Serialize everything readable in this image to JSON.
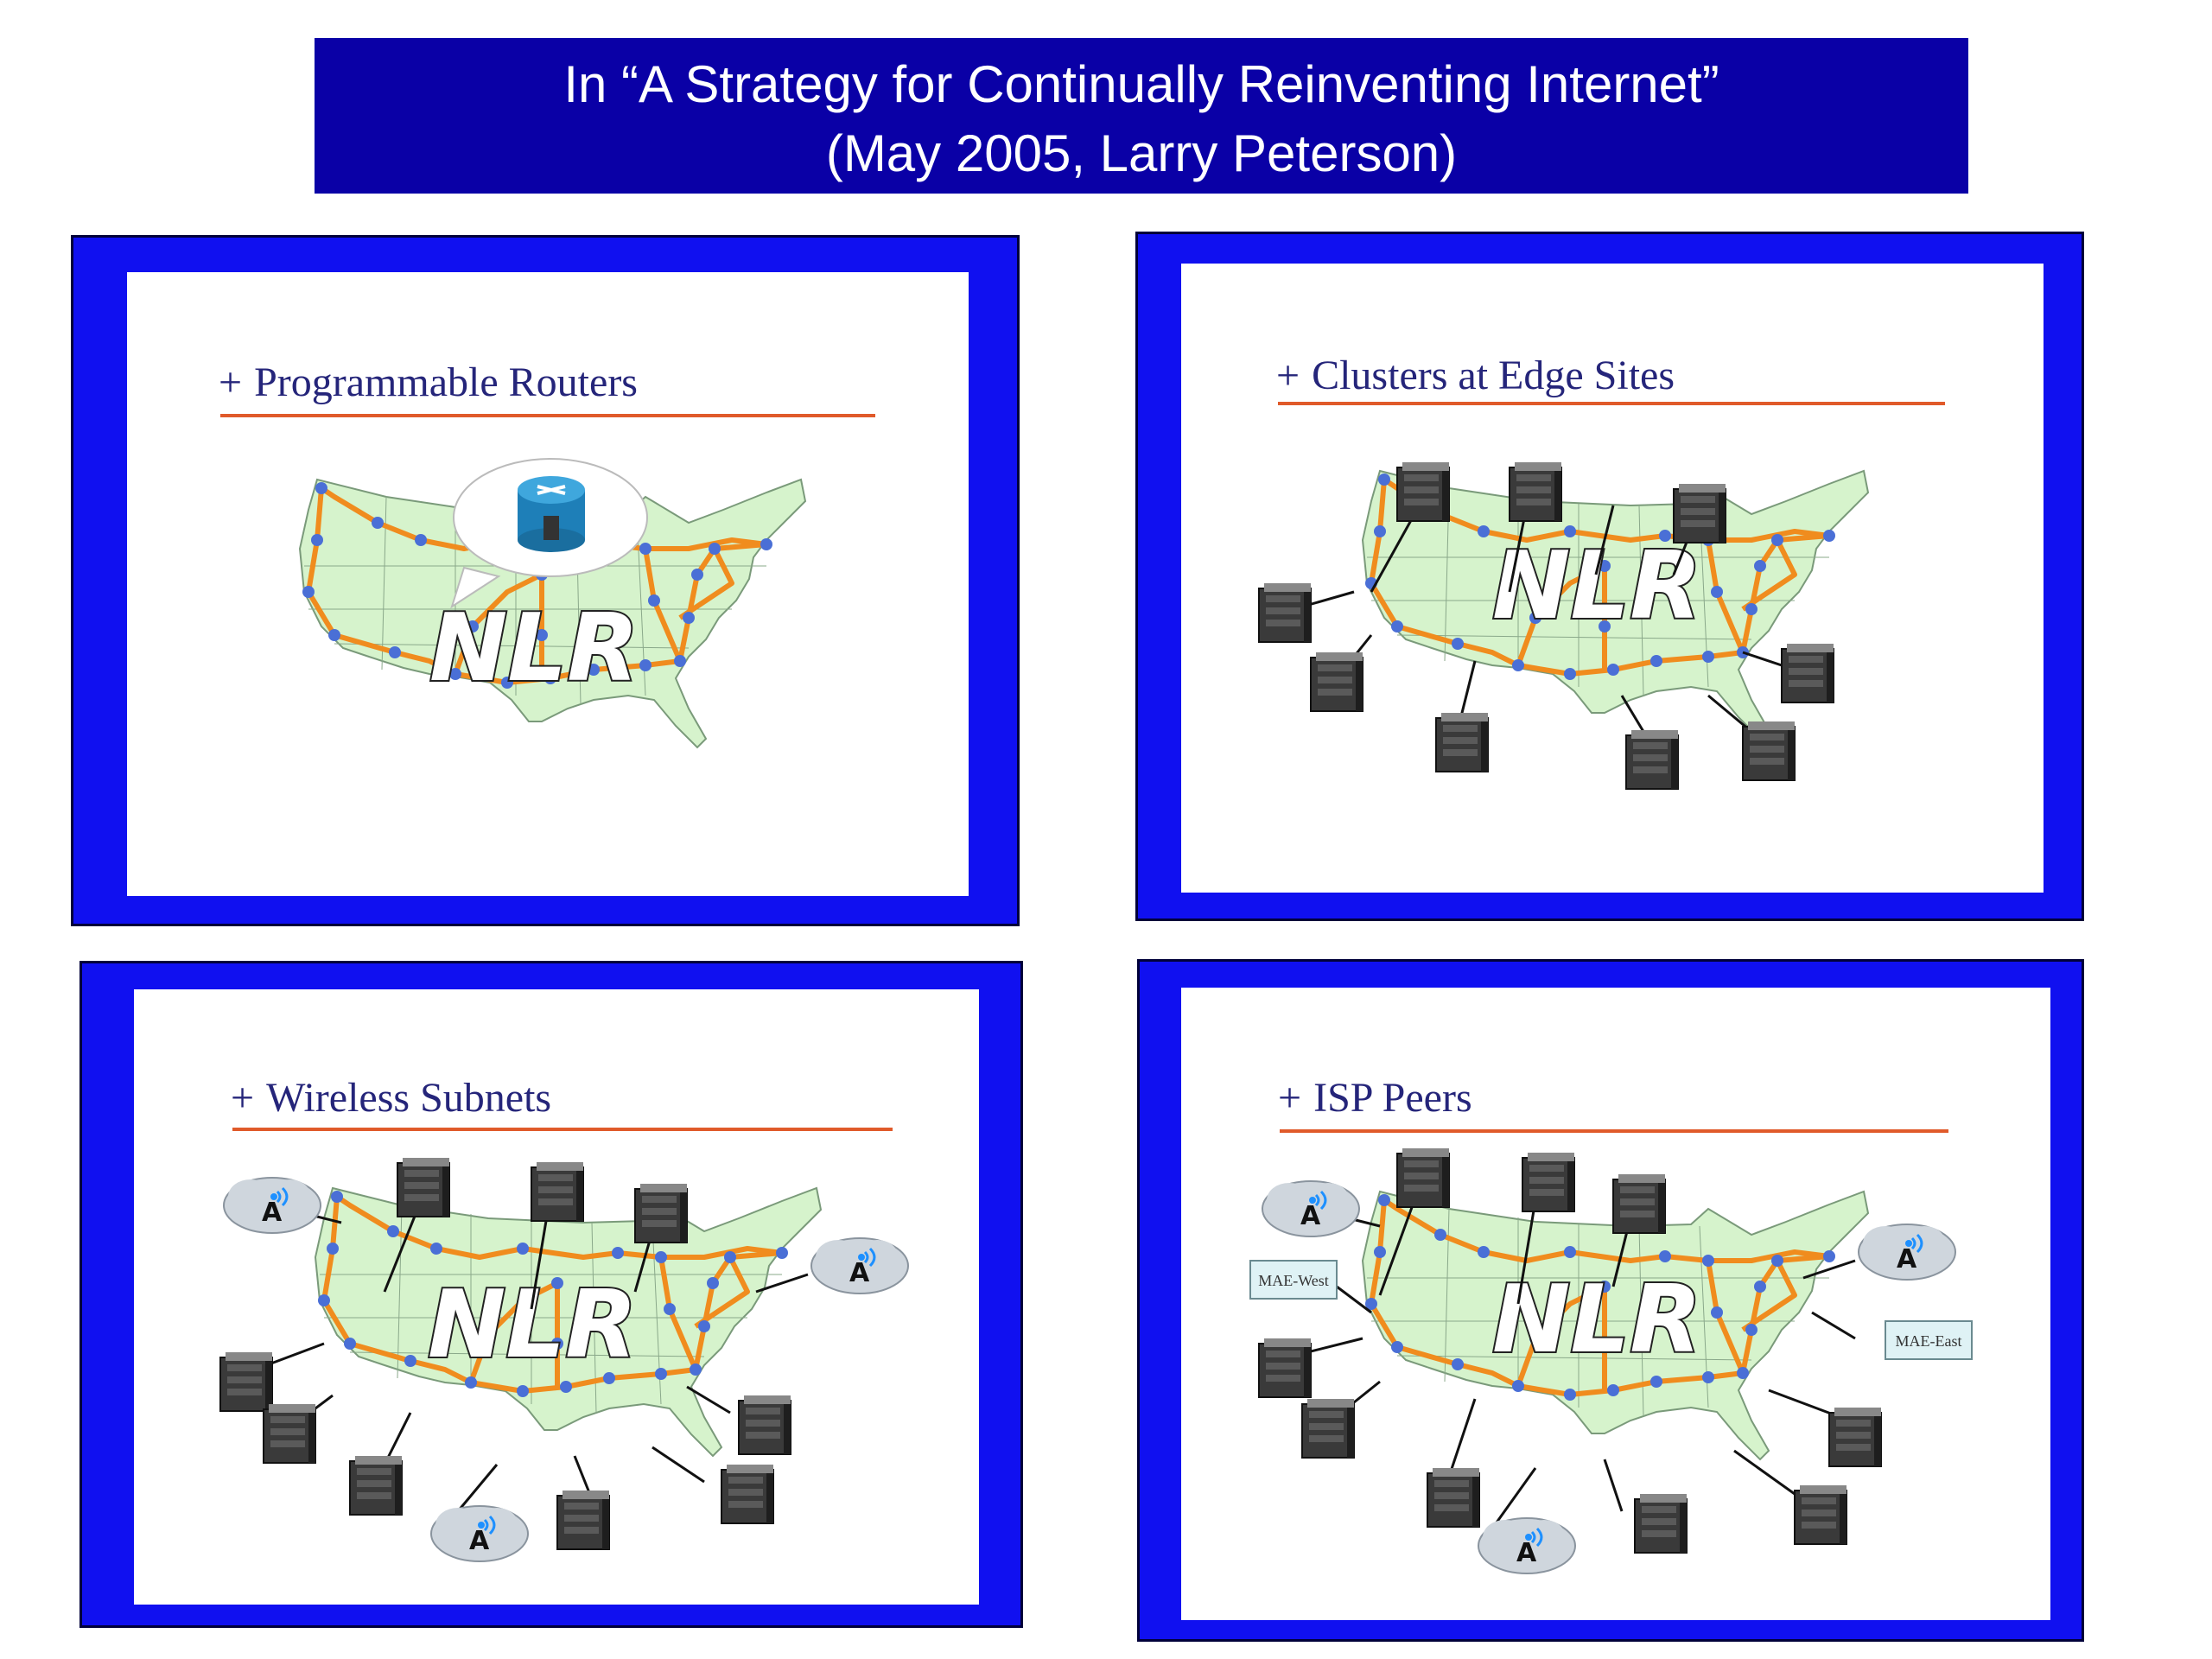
{
  "header": {
    "line1": "In “A Strategy for Continually Reinventing Internet”",
    "line2": "(May 2005, Larry Peterson)"
  },
  "panels": [
    {
      "title_prefix": "+",
      "title": "Programmable Routers",
      "logo": "NLR"
    },
    {
      "title_prefix": "+",
      "title": "Clusters at Edge Sites",
      "logo": "NLR"
    },
    {
      "title_prefix": "+",
      "title": "Wireless Subnets",
      "logo": "NLR"
    },
    {
      "title_prefix": "+",
      "title": "ISP Peers",
      "logo": "NLR",
      "peer_left": "MAE-West",
      "peer_right": "MAE-East"
    }
  ],
  "colors": {
    "panel_blue": "#1010f0",
    "header_blue": "#0a00a6",
    "map_fill": "#d6f3cc",
    "route": "#f08c1e",
    "node": "#4a6fd6",
    "title_rule": "#e05a2a"
  },
  "icons": [
    "router-icon",
    "server-icon",
    "wireless-cloud-icon"
  ]
}
